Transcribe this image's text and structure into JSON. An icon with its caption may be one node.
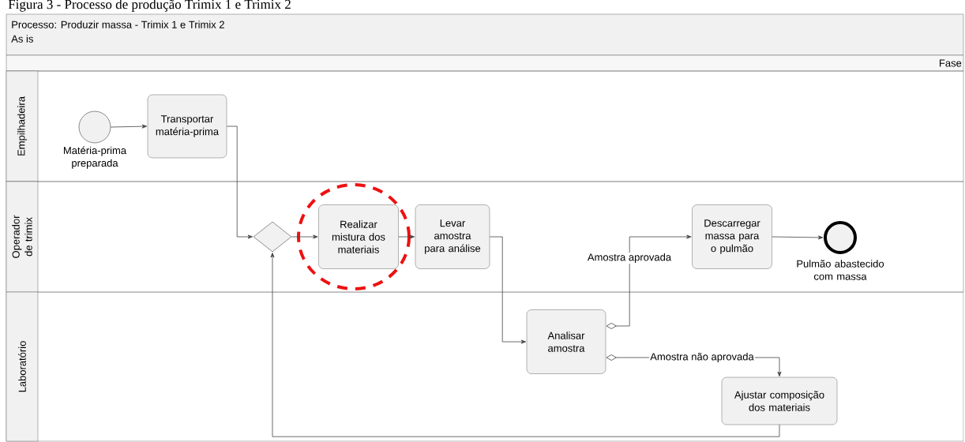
{
  "diagram": {
    "title": "Figura 3 - Processo de produção Trimix 1 e Trimix 2",
    "nodes": [
      {
        "text": [
          "Processo: Produzir massa - Trimix 1 e Trimix 2",
          "As is"
        ]
      },
      {
        "text": [
          "Fase"
        ]
      },
      {
        "text": [
          "Empilhadeira"
        ]
      },
      {
        "text": [
          "Operador de trimix"
        ]
      },
      {
        "text": [
          "Laboratório"
        ]
      },
      {
        "text": [],
        "shape": "circle",
        "beside": [
          "Matéria-prima preparada"
        ],
        "in": 2
      },
      {
        "text": [
          "Transportar matéria-prima"
        ],
        "in": 2
      },
      {
        "text": [],
        "shape": "diamond",
        "in": 3
      },
      {
        "text": [
          "Realizar mistura dos materiais"
        ],
        "in": 3
      },
      {
        "text": [
          "Levar amostra para análise"
        ],
        "in": 3
      },
      {
        "text": [
          "Descarregar massa para o pulmão"
        ],
        "in": 3
      },
      {
        "text": [],
        "shape": "circle",
        "beside": [
          "Pulmão abastecido com massa"
        ],
        "in": 3
      },
      {
        "text": [
          "Analisar amostra"
        ],
        "in": 4
      },
      {
        "text": [
          "Ajustar composição dos materiais"
        ],
        "in": 4
      }
    ],
    "edges": [
      {
        "from": 5,
        "to": 6,
        "arrow": "to"
      },
      {
        "from": 6,
        "to": 7,
        "arrow": "to"
      },
      {
        "from": 7,
        "to": 8,
        "arrow": "to"
      },
      {
        "from": 8,
        "to": 9,
        "arrow": "to"
      },
      {
        "from": 9,
        "to": 12,
        "arrow": "to"
      },
      {
        "from": 12,
        "to": 10,
        "arrow": "to",
        "label": "Amostra aprovada"
      },
      {
        "from": 12,
        "to": 13,
        "arrow": "to",
        "label": "Amostra não aprovada"
      },
      {
        "from": 10,
        "to": 11,
        "arrow": "to"
      },
      {
        "from": 13,
        "to": 7,
        "arrow": "to"
      }
    ]
  }
}
